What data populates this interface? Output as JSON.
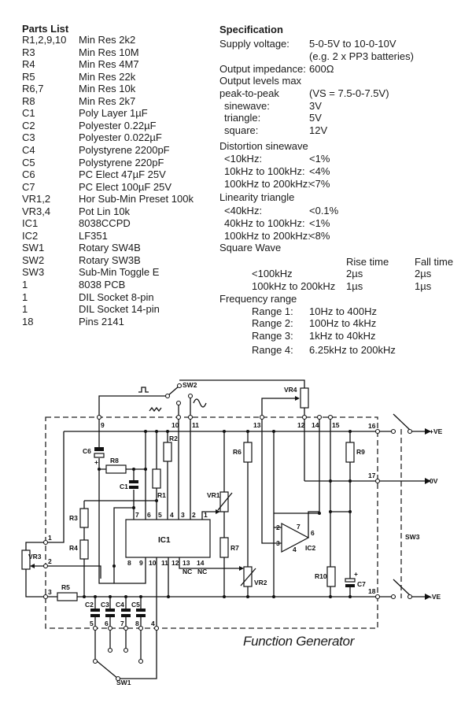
{
  "parts_list": {
    "title": "Parts List",
    "items": [
      {
        "ref": "R1,2,9,10",
        "desc": "Min Res 2k2"
      },
      {
        "ref": "R3",
        "desc": "Min Res 10M"
      },
      {
        "ref": "R4",
        "desc": "Min Res 4M7"
      },
      {
        "ref": "R5",
        "desc": "Min Res 22k"
      },
      {
        "ref": "R6,7",
        "desc": "Min Res 10k"
      },
      {
        "ref": "R8",
        "desc": "Min Res 2k7"
      },
      {
        "ref": "C1",
        "desc": "Poly Layer 1µF"
      },
      {
        "ref": "C2",
        "desc": "Polyester 0.22µF"
      },
      {
        "ref": "C3",
        "desc": "Polyester 0.022µF"
      },
      {
        "ref": "C4",
        "desc": "Polystyrene 2200pF"
      },
      {
        "ref": "C5",
        "desc": "Polystyrene 220pF"
      },
      {
        "ref": "C6",
        "desc": "PC Elect 47µF 25V"
      },
      {
        "ref": "C7",
        "desc": "PC Elect 100µF 25V"
      },
      {
        "ref": "VR1,2",
        "desc": "Hor Sub-Min Preset 100k"
      },
      {
        "ref": "VR3,4",
        "desc": "Pot Lin 10k"
      },
      {
        "ref": "IC1",
        "desc": "8038CCPD"
      },
      {
        "ref": "IC2",
        "desc": "LF351"
      },
      {
        "ref": "SW1",
        "desc": "Rotary SW4B"
      },
      {
        "ref": "SW2",
        "desc": "Rotary SW3B"
      },
      {
        "ref": "SW3",
        "desc": "Sub-Min Toggle E"
      },
      {
        "ref": "1",
        "desc": "8038 PCB"
      },
      {
        "ref": "1",
        "desc": "DIL Socket 8-pin"
      },
      {
        "ref": "1",
        "desc": "DIL Socket 14-pin"
      },
      {
        "ref": "18",
        "desc": "Pins 2141"
      }
    ]
  },
  "specification": {
    "title": "Specification",
    "rows": [
      {
        "label": "Supply voltage:",
        "value": "5-0-5V to 10-0-10V",
        "indent": 0
      },
      {
        "label": "",
        "value": "(e.g. 2 x PP3 batteries)",
        "indent": 0
      },
      {
        "label": "Output impedance:",
        "value": "600Ω",
        "indent": 0
      },
      {
        "label": "Output levels max",
        "value": "",
        "indent": 0
      },
      {
        "label": "peak-to-peak",
        "value": "(VS = 7.5-0-7.5V)",
        "indent": 0
      },
      {
        "label": "sinewave:",
        "value": "3V",
        "indent": 1
      },
      {
        "label": "triangle:",
        "value": "5V",
        "indent": 1
      },
      {
        "label": "square:",
        "value": "12V",
        "indent": 1
      },
      {
        "label": "Distortion sinewave",
        "value": "",
        "indent": 0
      },
      {
        "label": "<10kHz:",
        "value": "<1%",
        "indent": 1
      },
      {
        "label": "10kHz to 100kHz:",
        "value": "<4%",
        "indent": 1
      },
      {
        "label": "100kHz to 200kHz:",
        "value": "<7%",
        "indent": 1
      },
      {
        "label": "Linearity triangle",
        "value": "",
        "indent": 0
      },
      {
        "label": "<40kHz:",
        "value": "<0.1%",
        "indent": 1
      },
      {
        "label": "40kHz to 100kHz:",
        "value": "<1%",
        "indent": 1
      },
      {
        "label": "100kHz to 200kHz:",
        "value": "<8%",
        "indent": 1
      },
      {
        "label": "Square Wave",
        "value": "",
        "indent": 0
      },
      {
        "label": "",
        "value": "",
        "value2": "Rise time",
        "value3": "Fall time",
        "indent": 2
      },
      {
        "label": "<100kHz",
        "value": "",
        "value2": "2µs",
        "value3": "2µs",
        "indent": 2
      },
      {
        "label": "100kHz to 200kHz",
        "value": "",
        "value2": "1µs",
        "value3": "1µs",
        "indent": 2
      },
      {
        "label": "Frequency range",
        "value": "",
        "indent": 0
      },
      {
        "label": "Range 1:",
        "value": "10Hz to 400Hz",
        "indent": 2
      },
      {
        "label": "Range 2:",
        "value": "100Hz to 4kHz",
        "indent": 2
      },
      {
        "label": "Range 3:",
        "value": "1kHz to 40kHz",
        "indent": 2
      },
      {
        "label": "Range 4:",
        "value": "6.25kHz to 200kHz",
        "indent": 2
      }
    ]
  },
  "schematic": {
    "caption": "Function Generator",
    "components": {
      "sw1": "SW1",
      "sw2": "SW2",
      "sw3": "SW3",
      "vr1": "VR1",
      "vr2": "VR2",
      "vr3": "VR3",
      "vr4": "VR4",
      "r1": "R1",
      "r2": "R2",
      "r3": "R3",
      "r4": "R4",
      "r5": "R5",
      "r6": "R6",
      "r7": "R7",
      "r8": "R8",
      "r9": "R9",
      "r10": "R10",
      "c1": "C1",
      "c2": "C2",
      "c3": "C3",
      "c4": "C4",
      "c5": "C5",
      "c6": "C6",
      "c7": "C7",
      "ic1": "IC1",
      "ic2": "IC2"
    },
    "rails": {
      "pos": "+VE",
      "zero": "0V",
      "neg": "-VE"
    },
    "terminals": [
      "1",
      "2",
      "3",
      "4",
      "5",
      "6",
      "7",
      "8",
      "9",
      "10",
      "11",
      "12",
      "13",
      "14",
      "15",
      "16",
      "17",
      "18"
    ],
    "ic1_pins": [
      "1",
      "2",
      "3",
      "4",
      "5",
      "6",
      "7",
      "8",
      "9",
      "10",
      "11",
      "12",
      "13",
      "14"
    ],
    "ic2_pins": [
      "2",
      "3",
      "4",
      "6",
      "7"
    ],
    "nc": "NC",
    "polarity": "+"
  }
}
